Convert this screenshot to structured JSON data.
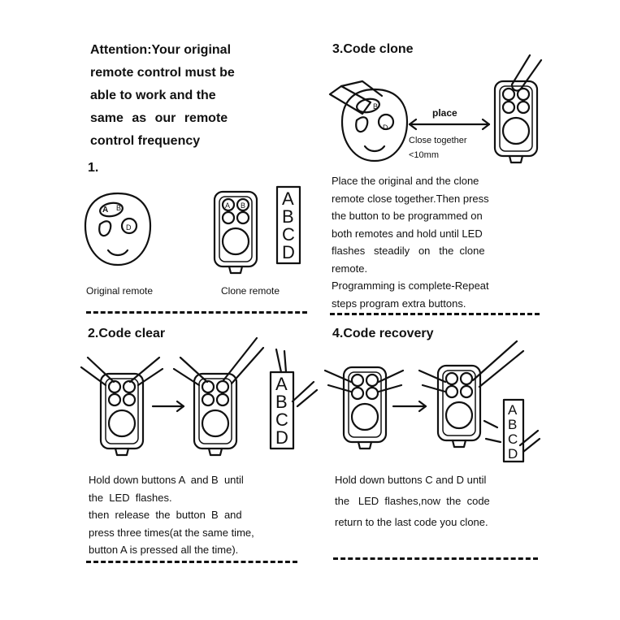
{
  "attention": {
    "lines": [
      "Attention:Your original",
      "remote control must be",
      "able to work and the",
      "same  as  our  remote",
      "control frequency"
    ]
  },
  "step1": {
    "number": "1.",
    "original_label": "Original remote",
    "clone_label": "Clone remote"
  },
  "step2": {
    "title": "2.Code clear",
    "lines": [
      "Hold down buttons A  and B  until",
      "the  LED  flashes.",
      "then  release  the  button  B  and",
      "press three times(at the same time,",
      "button A is pressed all the time)."
    ]
  },
  "step3": {
    "title": "3.Code clone",
    "place_label": "place",
    "close_label": "Close together",
    "distance_label": "<10mm",
    "lines": [
      "Place the original and the clone",
      "remote close together.Then press",
      "the button to be programmed on",
      "both remotes and hold until LED",
      "flashes   steadily   on   the  clone",
      "remote.",
      "Programming is complete-Repeat",
      "steps program extra buttons."
    ]
  },
  "step4": {
    "title": "4.Code recovery",
    "lines": [
      "Hold down buttons C and D until",
      "the   LED  flashes,now  the  code",
      "return to the last code you clone."
    ]
  },
  "buttons": {
    "a": "A",
    "b": "B",
    "c": "C",
    "d": "D"
  },
  "icons": {
    "original": "original-remote-icon",
    "clone": "clone-remote-icon",
    "hand": "hand-pressing-icon",
    "arrow": "arrow-right-icon"
  }
}
